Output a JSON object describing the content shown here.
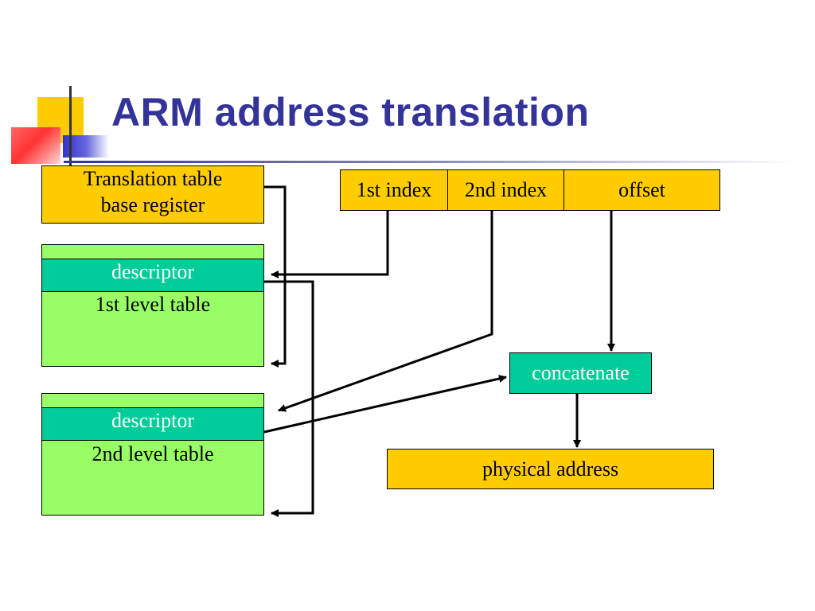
{
  "slide": {
    "title": "ARM address translation"
  },
  "diagram": {
    "ttbr_line1": "Translation table",
    "ttbr_line2": "base register",
    "l1_descriptor": "descriptor",
    "l1_table": "1st level table",
    "l2_descriptor": "descriptor",
    "l2_table": "2nd level table",
    "va_first_index": "1st index",
    "va_second_index": "2nd index",
    "va_offset": "offset",
    "concatenate": "concatenate",
    "physical_address": "physical address"
  },
  "colors": {
    "title": "#333399",
    "register_fill": "#ffcc00",
    "table_fill": "#99ff66",
    "descriptor_fill": "#00cc99"
  }
}
